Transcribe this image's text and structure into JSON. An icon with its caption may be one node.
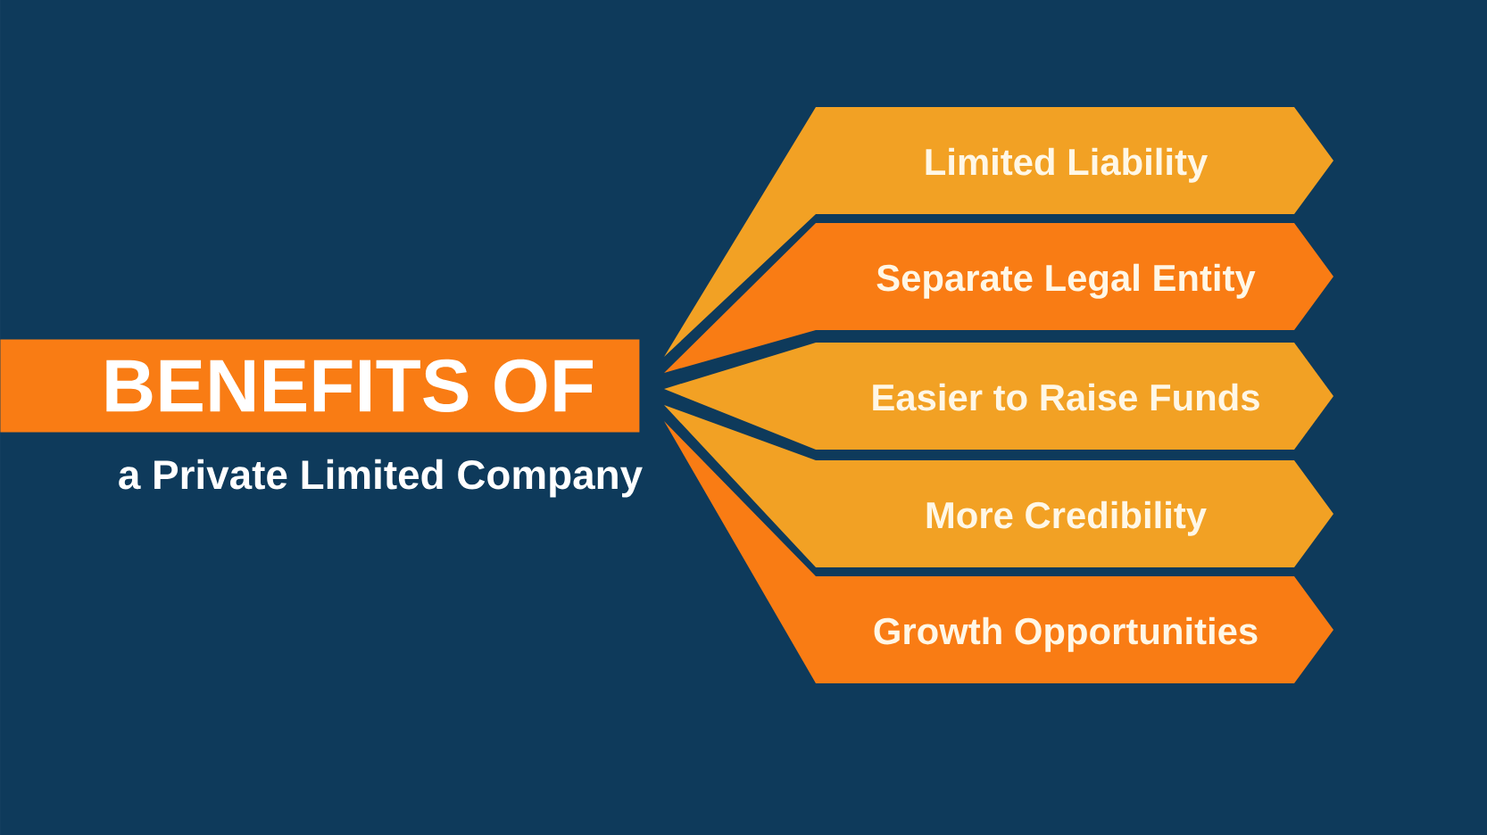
{
  "diagram": {
    "nodes": [
      {
        "text": [
          "BENEFITS OF"
        ],
        "beside": [
          "a Private Limited Company"
        ]
      },
      {
        "text": [
          "Limited Liability"
        ]
      },
      {
        "text": [
          "Separate Legal Entity"
        ]
      },
      {
        "text": [
          "Easier to Raise Funds"
        ]
      },
      {
        "text": [
          "More Credibility"
        ]
      },
      {
        "text": [
          "Growth Opportunities"
        ]
      }
    ]
  }
}
